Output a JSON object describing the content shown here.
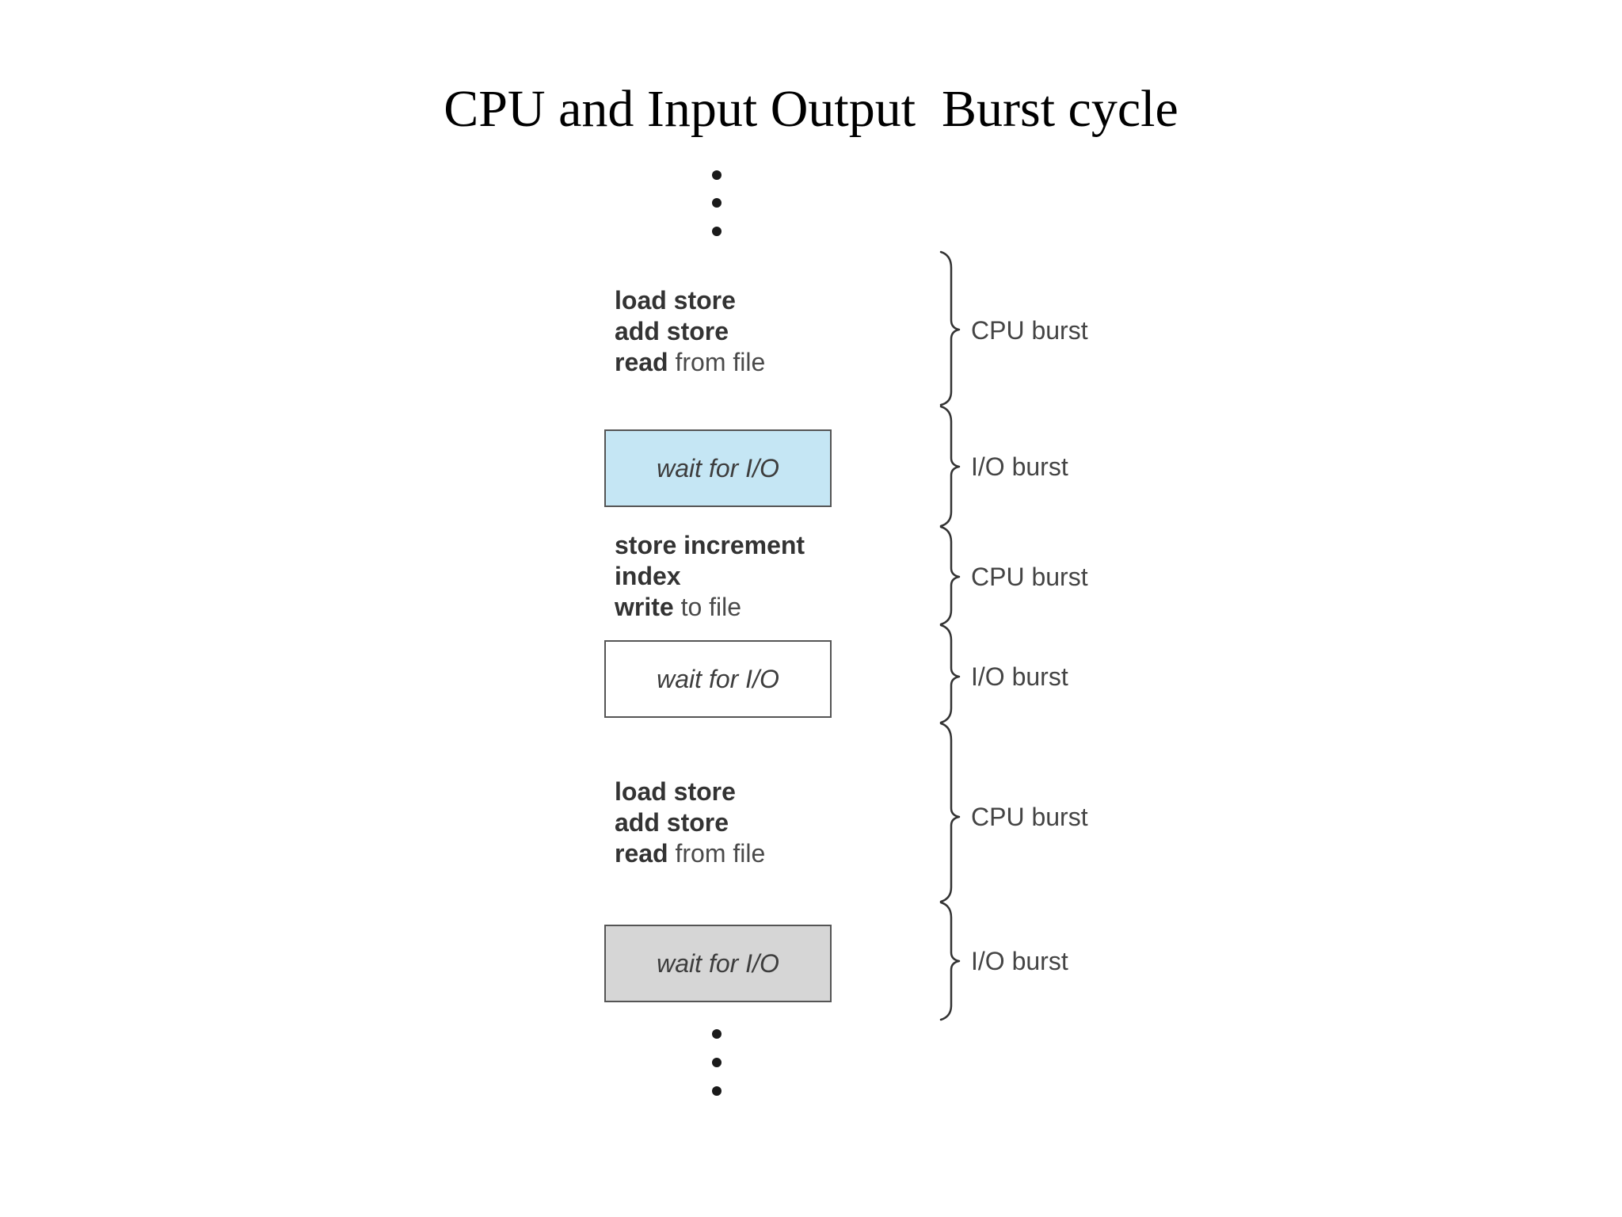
{
  "title": "CPU and Input Output  Burst cycle",
  "steps": [
    {
      "type": "cpu",
      "lines": [
        {
          "bold": "load store",
          "rest": ""
        },
        {
          "bold": "add store",
          "rest": ""
        },
        {
          "bold": "read",
          "rest": " from file"
        }
      ],
      "burst_label": "CPU burst"
    },
    {
      "type": "io",
      "box_text": "wait for I/O",
      "fill": "#c5e6f4",
      "burst_label": "I/O burst"
    },
    {
      "type": "cpu",
      "lines": [
        {
          "bold": "store increment",
          "rest": ""
        },
        {
          "bold": "index",
          "rest": ""
        },
        {
          "bold": "write",
          "rest": " to file"
        }
      ],
      "burst_label": "CPU burst"
    },
    {
      "type": "io",
      "box_text": "wait for I/O",
      "fill": "#ffffff",
      "burst_label": "I/O burst"
    },
    {
      "type": "cpu",
      "lines": [
        {
          "bold": "load store",
          "rest": ""
        },
        {
          "bold": "add store",
          "rest": ""
        },
        {
          "bold": "read",
          "rest": " from file"
        }
      ],
      "burst_label": "CPU burst"
    },
    {
      "type": "io",
      "box_text": "wait for I/O",
      "fill": "#d6d6d6",
      "burst_label": "I/O burst"
    }
  ]
}
